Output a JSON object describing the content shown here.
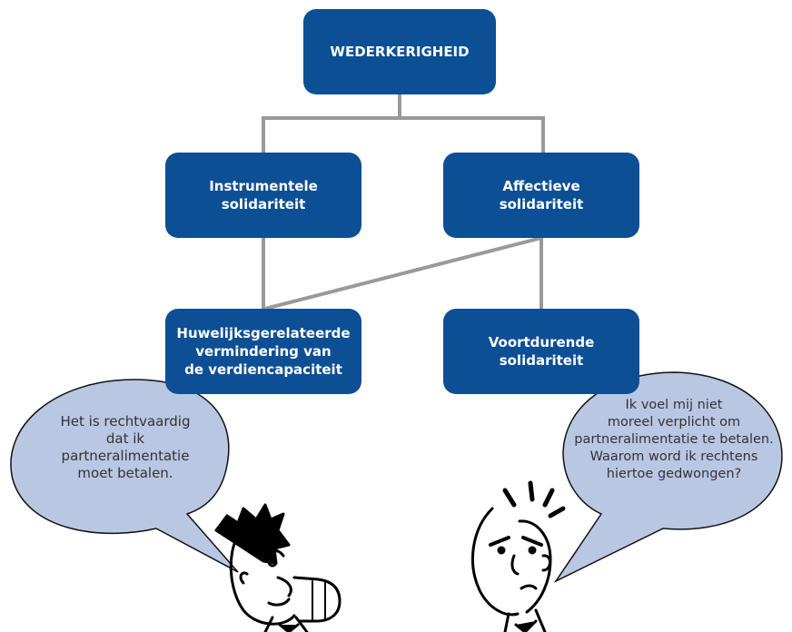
{
  "colors": {
    "node": "#0d4f94",
    "connector": "#999999",
    "bubble": "#b9c7e3",
    "bubble_stroke": "#111111"
  },
  "diagram": {
    "root": "WEDERKERIGHEID",
    "level1": [
      {
        "id": "instrumentele",
        "label": "Instrumentele\nsolidariteit"
      },
      {
        "id": "affectieve",
        "label": "Affectieve\nsolidariteit"
      }
    ],
    "level2": [
      {
        "id": "huwelijks",
        "label": "Huwelijksgerelateerde\nvermindering van\nde verdiencapaciteit"
      },
      {
        "id": "voortdurende",
        "label": "Voortdurende\nsolidariteit"
      }
    ],
    "edges": [
      {
        "from": "WEDERKERIGHEID",
        "to": "instrumentele"
      },
      {
        "from": "WEDERKERIGHEID",
        "to": "affectieve"
      },
      {
        "from": "instrumentele",
        "to": "huwelijks"
      },
      {
        "from": "affectieve",
        "to": "huwelijks"
      },
      {
        "from": "affectieve",
        "to": "voortdurende"
      }
    ]
  },
  "speech_bubbles": [
    {
      "speaker": "left-man",
      "icon": "happy-man-face-icon",
      "text": "Het is rechtvaardig\ndat ik\npartneralimentatie\nmoet betalen."
    },
    {
      "speaker": "right-man",
      "icon": "grumpy-man-face-icon",
      "text": "Ik voel mij niet\nmoreel verplicht om\npartneralimentatie te betalen.\nWaarom word ik rechtens\nhiertoe gedwongen?"
    }
  ]
}
